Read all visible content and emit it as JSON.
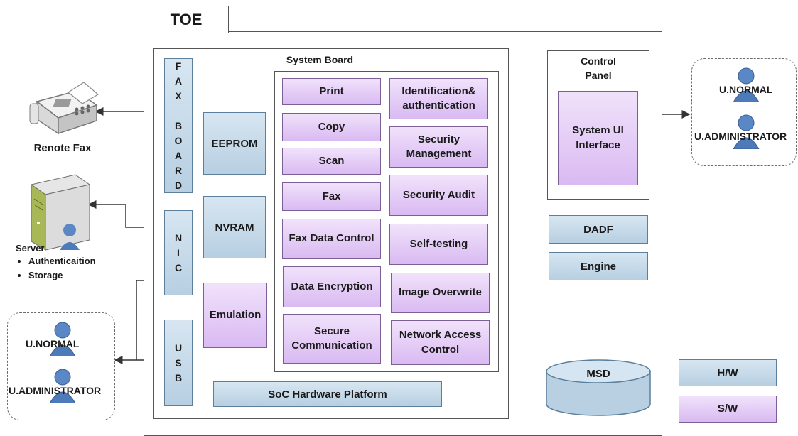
{
  "toe_label": "TOE",
  "system_board_label": "System Board",
  "control_panel_label": "Control\nPanel",
  "fax_board_letters": [
    "F",
    "A",
    "X",
    "",
    "B",
    "O",
    "A",
    "R",
    "D"
  ],
  "nic_letters": [
    "N",
    "I",
    "C"
  ],
  "usb_letters": [
    "U",
    "S",
    "B"
  ],
  "eeprom": "EEPROM",
  "nvram": "NVRAM",
  "emulation": "Emulation",
  "soc": "SoC Hardware Platform",
  "sw_left": [
    "Print",
    "Copy",
    "Scan",
    "Fax",
    "Fax Data Control",
    "Data Encryption",
    "Secure\nCommunication"
  ],
  "sw_right": [
    "Identification&\nauthentication",
    "Security\nManagement",
    "Security Audit",
    "Self-testing",
    "Image Overwrite",
    "Network Access\nControl"
  ],
  "system_ui": "System UI\nInterface",
  "dadf": "DADF",
  "engine": "Engine",
  "msd": "MSD",
  "legend": {
    "hw": "H/W",
    "sw": "S/W"
  },
  "remote_fax": "Renote Fax",
  "server": {
    "label": "Server",
    "bullets": [
      "Authenticaition",
      "Storage"
    ]
  },
  "users_right": {
    "normal": "U.NORMAL",
    "admin": "U.ADMINISTRATOR"
  },
  "users_left": {
    "normal": "U.NORMAL",
    "admin": "U.ADMINISTRATOR"
  },
  "colors": {
    "hw": "#c6dbea",
    "sw": "#e3ccf6",
    "line": "#444444"
  }
}
